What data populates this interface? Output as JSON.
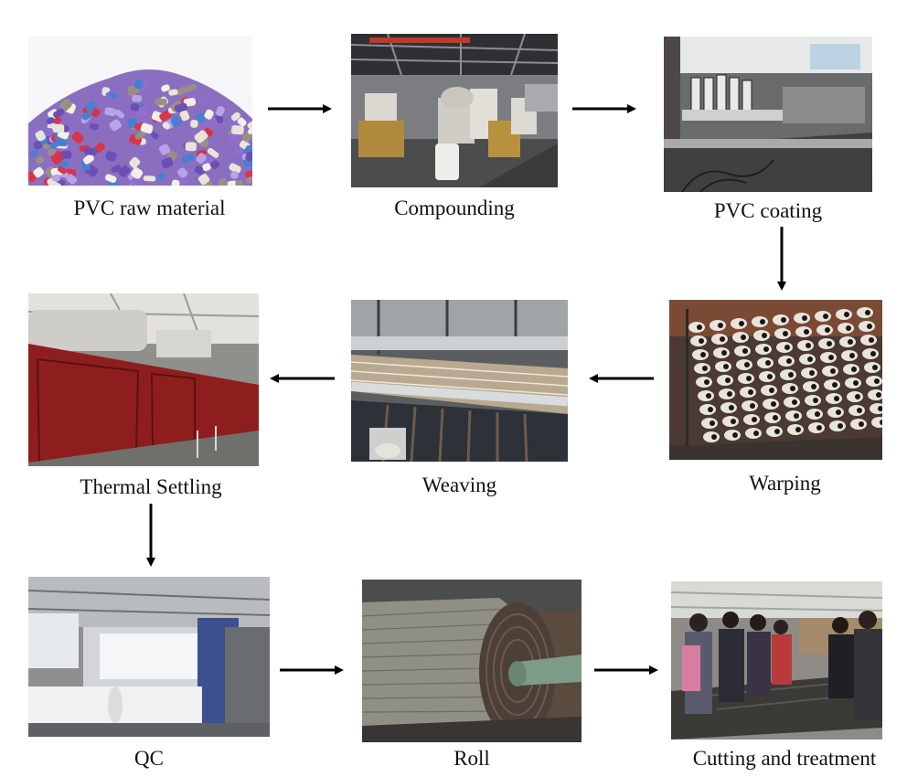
{
  "steps": [
    {
      "id": "pvc-raw-material",
      "label": "PVC raw material"
    },
    {
      "id": "compounding",
      "label": "Compounding"
    },
    {
      "id": "pvc-coating",
      "label": "PVC coating"
    },
    {
      "id": "warping",
      "label": "Warping"
    },
    {
      "id": "weaving",
      "label": "Weaving"
    },
    {
      "id": "thermal-settling",
      "label": "Thermal Settling"
    },
    {
      "id": "qc",
      "label": "QC"
    },
    {
      "id": "roll",
      "label": "Roll"
    },
    {
      "id": "cutting-and-treatment",
      "label": "Cutting and treatment"
    }
  ],
  "flow": [
    "PVC raw material → Compounding",
    "Compounding → PVC coating",
    "PVC coating → Warping",
    "Warping → Weaving",
    "Weaving → Thermal Settling",
    "Thermal Settling → QC",
    "QC → Roll",
    "Roll → Cutting and treatment"
  ],
  "colors": {
    "arrow": "#000000",
    "text": "#111111",
    "background": "#ffffff"
  }
}
